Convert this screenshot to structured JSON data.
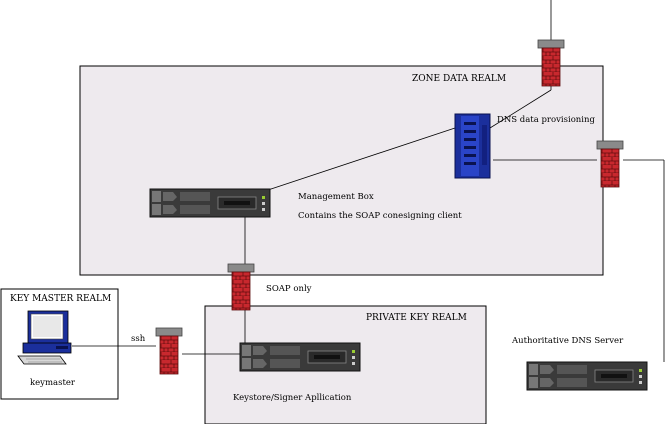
{
  "realms": {
    "zone_data": "ZONE DATA REALM",
    "private_key": "PRIVATE KEY REALM",
    "key_master": "KEY MASTER REALM"
  },
  "labels": {
    "dns_provisioning": "DNS data provisioning",
    "management_box": "Management Box",
    "soap_client": "Contains the SOAP conesigning client",
    "soap_only": "SOAP only",
    "ssh": "ssh",
    "keymaster": "keymaster",
    "keystore": "Keystore/Signer Apllication",
    "authoritative_dns": "Authoritative DNS Server"
  },
  "colors": {
    "realm_fill": "#eeeaee",
    "firewall_brick": "#c8282e",
    "firewall_cap": "#8a8a8a",
    "server_body": "#3a3a3a",
    "tower": "#1b2f9c"
  }
}
